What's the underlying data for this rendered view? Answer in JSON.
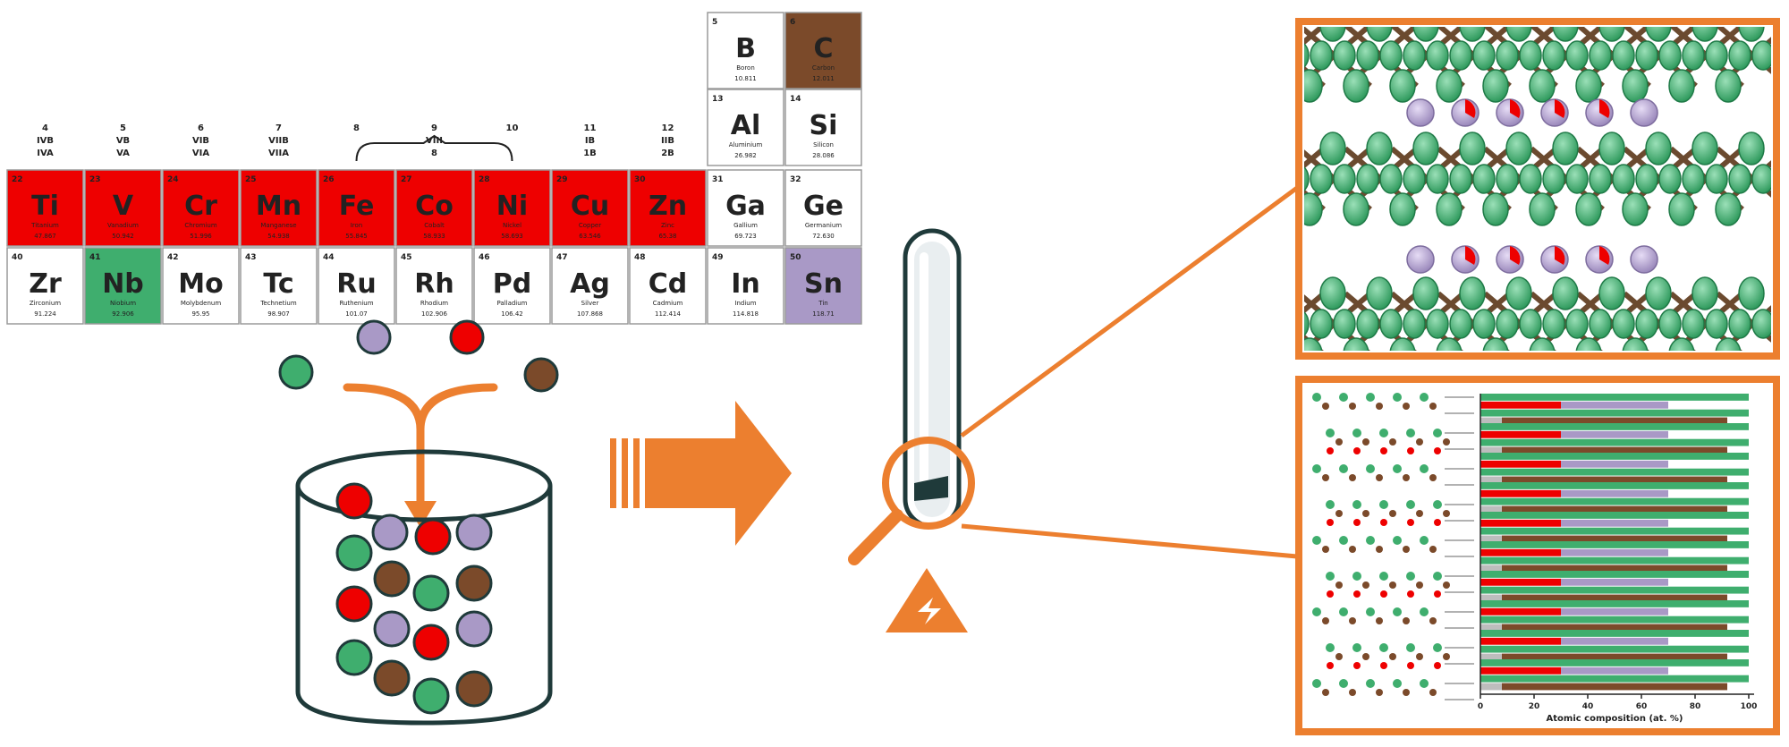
{
  "periodic_table": {
    "group_headers": [
      {
        "num": "4",
        "roman": "IVB",
        "alt": "IVA",
        "col": 0
      },
      {
        "num": "5",
        "roman": "VB",
        "alt": "VA",
        "col": 1
      },
      {
        "num": "6",
        "roman": "VIB",
        "alt": "VIA",
        "col": 2
      },
      {
        "num": "7",
        "roman": "VIIB",
        "alt": "VIIA",
        "col": 3
      },
      {
        "num": "8",
        "roman": "",
        "alt": "",
        "col": 4
      },
      {
        "num": "9",
        "roman": "VIII",
        "alt": "8",
        "col": 5
      },
      {
        "num": "10",
        "roman": "",
        "alt": "",
        "col": 6
      },
      {
        "num": "11",
        "roman": "IB",
        "alt": "1B",
        "col": 7
      },
      {
        "num": "12",
        "roman": "IIB",
        "alt": "2B",
        "col": 8
      }
    ],
    "top_cells": [
      {
        "num": "5",
        "symbol": "B",
        "name": "Boron",
        "mass": "10.811",
        "state": "plain",
        "col": 9,
        "row": 0
      },
      {
        "num": "6",
        "symbol": "C",
        "name": "Carbon",
        "mass": "12.011",
        "state": "carbon",
        "col": 10,
        "row": 0
      },
      {
        "num": "13",
        "symbol": "Al",
        "name": "Aluminium",
        "mass": "26.982",
        "state": "plain",
        "col": 9,
        "row": 1
      },
      {
        "num": "14",
        "symbol": "Si",
        "name": "Silicon",
        "mass": "28.086",
        "state": "plain",
        "col": 10,
        "row": 1
      }
    ],
    "row4": [
      {
        "num": "22",
        "symbol": "Ti",
        "name": "Titanium",
        "mass": "47.867",
        "state": "metal"
      },
      {
        "num": "23",
        "symbol": "V",
        "name": "Vanadium",
        "mass": "50.942",
        "state": "metal"
      },
      {
        "num": "24",
        "symbol": "Cr",
        "name": "Chromium",
        "mass": "51.996",
        "state": "metal"
      },
      {
        "num": "25",
        "symbol": "Mn",
        "name": "Manganese",
        "mass": "54.938",
        "state": "metal"
      },
      {
        "num": "26",
        "symbol": "Fe",
        "name": "Iron",
        "mass": "55.845",
        "state": "metal"
      },
      {
        "num": "27",
        "symbol": "Co",
        "name": "Cobalt",
        "mass": "58.933",
        "state": "metal"
      },
      {
        "num": "28",
        "symbol": "Ni",
        "name": "Nickel",
        "mass": "58.693",
        "state": "metal"
      },
      {
        "num": "29",
        "symbol": "Cu",
        "name": "Copper",
        "mass": "63.546",
        "state": "metal"
      },
      {
        "num": "30",
        "symbol": "Zn",
        "name": "Zinc",
        "mass": "65.38",
        "state": "metal"
      },
      {
        "num": "31",
        "symbol": "Ga",
        "name": "Gallium",
        "mass": "69.723",
        "state": "plain"
      },
      {
        "num": "32",
        "symbol": "Ge",
        "name": "Germanium",
        "mass": "72.630",
        "state": "plain"
      }
    ],
    "row5": [
      {
        "num": "40",
        "symbol": "Zr",
        "name": "Zirconium",
        "mass": "91.224",
        "state": "plain"
      },
      {
        "num": "41",
        "symbol": "Nb",
        "name": "Niobium",
        "mass": "92.906",
        "state": "niobium"
      },
      {
        "num": "42",
        "symbol": "Mo",
        "name": "Molybdenum",
        "mass": "95.95",
        "state": "plain"
      },
      {
        "num": "43",
        "symbol": "Tc",
        "name": "Technetium",
        "mass": "98.907",
        "state": "plain"
      },
      {
        "num": "44",
        "symbol": "Ru",
        "name": "Ruthenium",
        "mass": "101.07",
        "state": "plain"
      },
      {
        "num": "45",
        "symbol": "Rh",
        "name": "Rhodium",
        "mass": "102.906",
        "state": "plain"
      },
      {
        "num": "46",
        "symbol": "Pd",
        "name": "Palladium",
        "mass": "106.42",
        "state": "plain"
      },
      {
        "num": "47",
        "symbol": "Ag",
        "name": "Silver",
        "mass": "107.868",
        "state": "plain"
      },
      {
        "num": "48",
        "symbol": "Cd",
        "name": "Cadmium",
        "mass": "112.414",
        "state": "plain"
      },
      {
        "num": "49",
        "symbol": "In",
        "name": "Indium",
        "mass": "114.818",
        "state": "plain"
      },
      {
        "num": "50",
        "symbol": "Sn",
        "name": "Tin",
        "mass": "118.71",
        "state": "tin"
      }
    ]
  },
  "colors": {
    "metal_red": "#ee0000",
    "carbon_brown": "#7b4a2a",
    "niobium_green": "#3fae6e",
    "tin_lavender": "#a999c6",
    "accent_orange": "#ec7f2f",
    "outline_dark": "#1f3a3a"
  },
  "icons": {
    "flow_arrow": "arrow-right-icon",
    "magnifier": "magnifier-icon",
    "heat": "flame-warning-icon",
    "ampoule": "sealed-tube-icon",
    "crucible": "crucible-icon"
  },
  "composition_chart": {
    "xlabel": "Atomic composition (at. %)",
    "ticks": [
      "0",
      "20",
      "40",
      "60",
      "80",
      "100"
    ],
    "layers": 10,
    "metal_fraction": 30
  }
}
